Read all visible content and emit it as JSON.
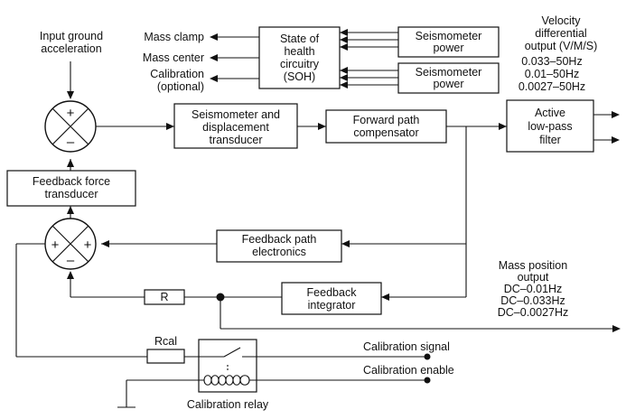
{
  "labels": {
    "input_ground_acceleration": [
      "Input ground",
      "acceleration"
    ],
    "mass_clamp": "Mass clamp",
    "mass_center": "Mass center",
    "calibration_optional": [
      "Calibration",
      "(optional)"
    ],
    "soh": [
      "State of",
      "health",
      "circuitry",
      "(SOH)"
    ],
    "seismometer_power_1": [
      "Seismometer",
      "power"
    ],
    "seismometer_power_2": [
      "Seismometer",
      "power"
    ],
    "velocity_output": [
      "Velocity",
      "differential",
      "output (V/M/S)",
      "0.033–50Hz",
      "0.01–50Hz",
      "0.0027–50Hz"
    ],
    "seismometer_transducer": [
      "Seismometer and",
      "displacement",
      "transducer"
    ],
    "forward_path_compensator": [
      "Forward path",
      "compensator"
    ],
    "active_filter": [
      "Active",
      "low-pass",
      "filter"
    ],
    "feedback_force_transducer": [
      "Feedback force",
      "transducer"
    ],
    "feedback_path_electronics": [
      "Feedback path",
      "electronics"
    ],
    "mass_position_output": [
      "Mass position",
      "output",
      "DC–0.01Hz",
      "DC–0.033Hz",
      "DC–0.0027Hz"
    ],
    "resistor_r": "R",
    "feedback_integrator": [
      "Feedback",
      "integrator"
    ],
    "resistor_rcal": "Rcal",
    "calibration_signal": "Calibration signal",
    "calibration_enable": "Calibration enable",
    "calibration_relay": "Calibration relay"
  },
  "junction_top_signs": [
    "+",
    "–"
  ],
  "junction_bottom_signs": [
    "+",
    "+",
    "–"
  ]
}
